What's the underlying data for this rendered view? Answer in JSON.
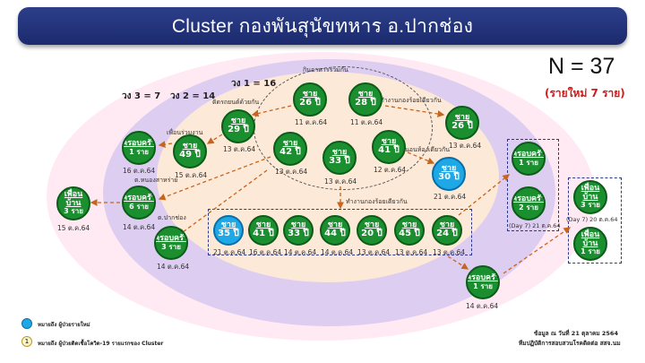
{
  "title": "Cluster กองพันสุนัขทหาร อ.ปากช่อง",
  "n_count": "N = 37",
  "new_count": "(รายใหม่ 7 ราย)",
  "rings": {
    "ring3": "วง 3 = 7",
    "ring2": "วง 2 = 14",
    "ring1": "วง 1 = 16"
  },
  "annotations": {
    "eat": "กินอาหารร่วมกัน",
    "work": "ทำงานกองร้อยเดียวกัน",
    "work2": "ทำงานกองร้อยเดียวกัน",
    "same_room": "นอนห้องเดียวกัน",
    "ride": "ติดรถยนต์ด้วยกัน",
    "coworker": "เพื่อนร่วมงาน",
    "village": "ต.หนองสาหร่าย",
    "district": "ต.ปากช่อง"
  },
  "nodes": {
    "n26a": {
      "label": "ชาย",
      "value": "26 ปี",
      "date": "11 ต.ค.64"
    },
    "n28": {
      "label": "ชาย",
      "value": "28 ปี",
      "date": "11 ต.ค.64"
    },
    "n26b": {
      "label": "ชาย",
      "value": "26 ปี",
      "date": "13 ต.ค.64"
    },
    "n29": {
      "label": "ชาย",
      "value": "29 ปี",
      "date": "13 ต.ค.64"
    },
    "n42": {
      "label": "ชาย",
      "value": "42 ปี",
      "date": "13 ต.ค.64"
    },
    "n33a": {
      "label": "ชาย",
      "value": "33 ปี",
      "date": "13 ต.ค.64"
    },
    "n41a": {
      "label": "ชาย",
      "value": "41 ปี",
      "date": "12 ต.ค.64"
    },
    "n30": {
      "label": "ชาย",
      "value": "30 ปี",
      "date": "21 ต.ค.64"
    },
    "n49": {
      "label": "ชาย",
      "value": "49 ปี",
      "date": "15 ต.ค.64"
    },
    "fam1": {
      "label": "ครอบครัว",
      "value": "1 ราย",
      "date": "16 ต.ค.64"
    },
    "fam6": {
      "label": "ครอบครัว",
      "value": "6 ราย",
      "date": "14 ต.ค.64"
    },
    "friend3": {
      "label": "เพื่อนบ้าน",
      "value": "3 ราย",
      "date": "15 ต.ค.64"
    },
    "fam3": {
      "label": "ครอบครัว",
      "value": "3 ราย",
      "date": "14 ต.ค.64"
    },
    "r35": {
      "label": "ชาย",
      "value": "35 ปี",
      "date": "21 ต.ค.64"
    },
    "r41": {
      "label": "ชาย",
      "value": "41 ปี",
      "date": "16 ต.ค.64"
    },
    "r33": {
      "label": "ชาย",
      "value": "33 ปี",
      "date": "14 ต.ค.64"
    },
    "r44": {
      "label": "ชาย",
      "value": "44 ปี",
      "date": "14 ต.ค.64"
    },
    "r20": {
      "label": "ชาย",
      "value": "20 ปี",
      "date": "13 ต.ค.64"
    },
    "r45": {
      "label": "ชาย",
      "value": "45 ปี",
      "date": "13 ต.ค.64"
    },
    "r24": {
      "label": "ชาย",
      "value": "24 ปี",
      "date": "13 ต.ค.64"
    },
    "famR1": {
      "label": "ครอบครัว",
      "value": "1 ราย",
      "date": ""
    },
    "famR2": {
      "label": "ครอบครัว",
      "value": "2 ราย",
      "date": "(Day 7) 21 ต.ค.64"
    },
    "friendR3": {
      "label": "เพื่อนบ้าน",
      "value": "3 ราย",
      "date": "(Day 7) 20 ต.ค.64"
    },
    "friendR1": {
      "label": "เพื่อนบ้าน",
      "value": "1 ราย",
      "date": ""
    },
    "famB1": {
      "label": "ครอบครัว",
      "value": "1 ราย",
      "date": "14 ต.ค.64"
    }
  },
  "legend": {
    "new_case": "หมายถึง ผู้ป่วยรายใหม่",
    "cluster_note": "หมายถึง ผู้ป่วยติดเชื้อโควิด-19 รายแรกของ Cluster"
  },
  "footer": {
    "date_note": "ข้อมูล ณ วันที่ 21 ตุลาคม 2564",
    "team": "ทีมปฏิบัติการสอบสวนโรคติดต่อ สสจ.นม"
  },
  "colors": {
    "case_green": "#1b8e2f",
    "new_blue": "#1ea8e6",
    "arrow": "#c8651c",
    "header": "#23347a"
  }
}
